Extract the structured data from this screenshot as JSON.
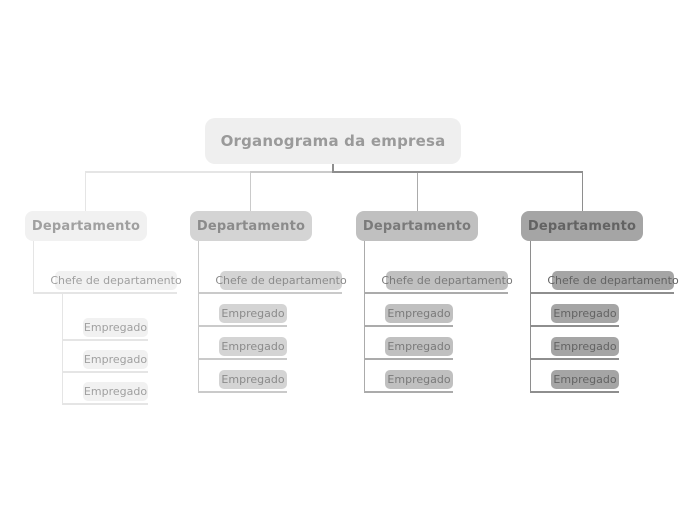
{
  "app": {
    "background": "#ffffff"
  },
  "chart": {
    "type": "org-chart",
    "root": {
      "label": "Organograma da empresa"
    },
    "root_colors": {
      "fill": "#efefef",
      "text": "#9a9a9a"
    },
    "departments": [
      {
        "label": "Departamento",
        "chief": "Chefe de departamento",
        "employees": [
          "Empregado",
          "Empregado",
          "Empregado"
        ],
        "colors": {
          "fill": "#f1f1f1",
          "text": "#a0a0a0",
          "line": "#e5e5e5"
        }
      },
      {
        "label": "Departamento",
        "chief": "Chefe de departamento",
        "employees": [
          "Empregado",
          "Empregado",
          "Empregado"
        ],
        "colors": {
          "fill": "#d4d4d4",
          "text": "#8b8b8b",
          "line": "#cacaca"
        }
      },
      {
        "label": "Departamento",
        "chief": "Chefe de departamento",
        "employees": [
          "Empregado",
          "Empregado",
          "Empregado"
        ],
        "colors": {
          "fill": "#c0c0c0",
          "text": "#7a7a7a",
          "line": "#ababab"
        }
      },
      {
        "label": "Departamento",
        "chief": "Chefe de departamento",
        "employees": [
          "Empregado",
          "Empregado",
          "Empregado"
        ],
        "colors": {
          "fill": "#a5a5a5",
          "text": "#636363",
          "line": "#8e8e8e"
        }
      }
    ]
  }
}
